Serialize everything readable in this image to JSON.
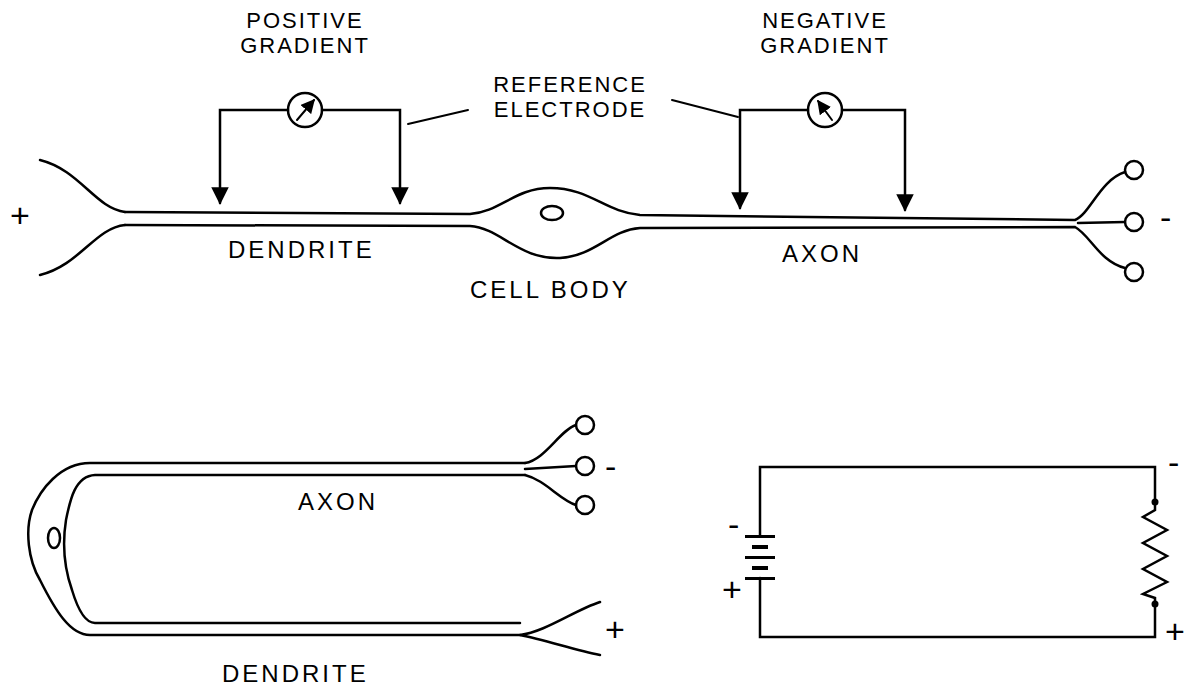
{
  "diagram": {
    "labels": [
      "POSITIVE GRADIENT",
      "NEGATIVE GRADIENT",
      "REFERENCE ELECTRODE",
      "+",
      "DENDRITE",
      "CELL BODY",
      "AXON",
      "-",
      "-",
      "AXON",
      "-",
      "-",
      "+",
      "+",
      "+",
      "DENDRITE"
    ]
  }
}
